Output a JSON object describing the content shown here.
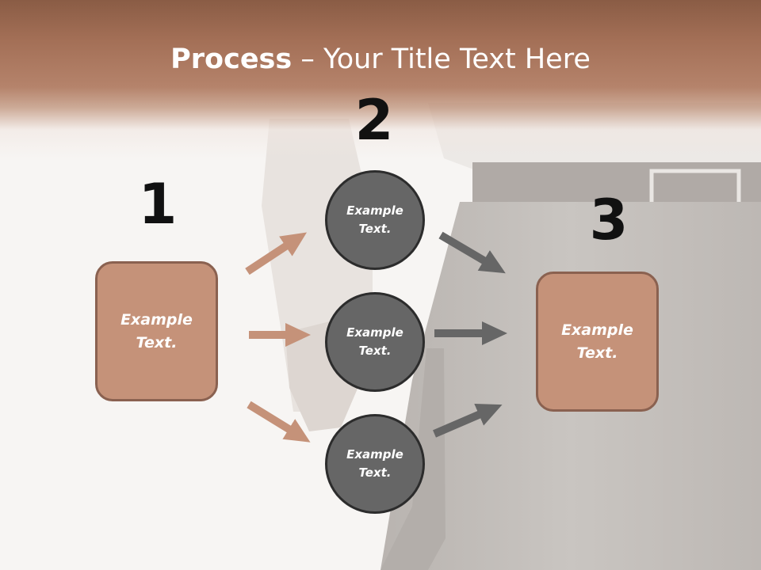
{
  "title": {
    "bold": "Process",
    "rest": " – Your Title Text Here"
  },
  "steps": [
    {
      "number": "1",
      "text": "Example Text."
    },
    {
      "number": "2",
      "items": [
        "Example Text.",
        "Example Text.",
        "Example Text."
      ]
    },
    {
      "number": "3",
      "text": "Example Text."
    }
  ],
  "colors": {
    "header": "#a36f56",
    "box_fill": "#c59279",
    "box_border": "#8a6150",
    "circle_fill": "#666666",
    "arrow_left": "#c59279",
    "arrow_right": "#666666"
  }
}
